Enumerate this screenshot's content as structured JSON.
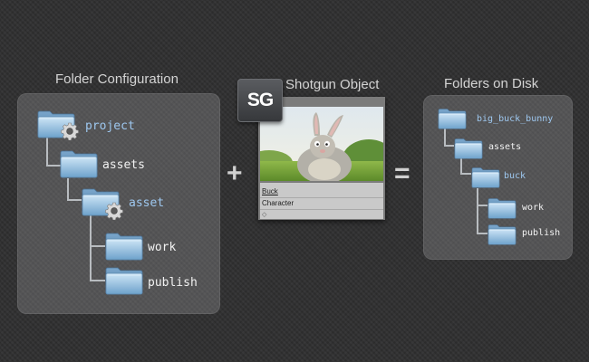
{
  "headings": {
    "folder_config": "Folder Configuration",
    "shotgun_object": "Shotgun Object",
    "folders_on_disk": "Folders on Disk"
  },
  "logo_text": "SG",
  "operators": {
    "plus": "+",
    "equals": "="
  },
  "config_tree": {
    "project": "project",
    "assets": "assets",
    "asset": "asset",
    "work": "work",
    "publish": "publish"
  },
  "shotgun_card": {
    "name": "Buck",
    "type": "Character",
    "extra": "◇"
  },
  "disk_tree": {
    "root": "big_buck_bunny",
    "assets": "assets",
    "buck": "buck",
    "work": "work",
    "publish": "publish"
  },
  "colors": {
    "dynamic_label": "#9ec8f0",
    "static_label": "#f2f2f2",
    "folder_blue": "#8fbde0"
  },
  "icons": [
    "folder-icon",
    "gear-icon",
    "shotgun-logo",
    "bunny-thumbnail"
  ]
}
